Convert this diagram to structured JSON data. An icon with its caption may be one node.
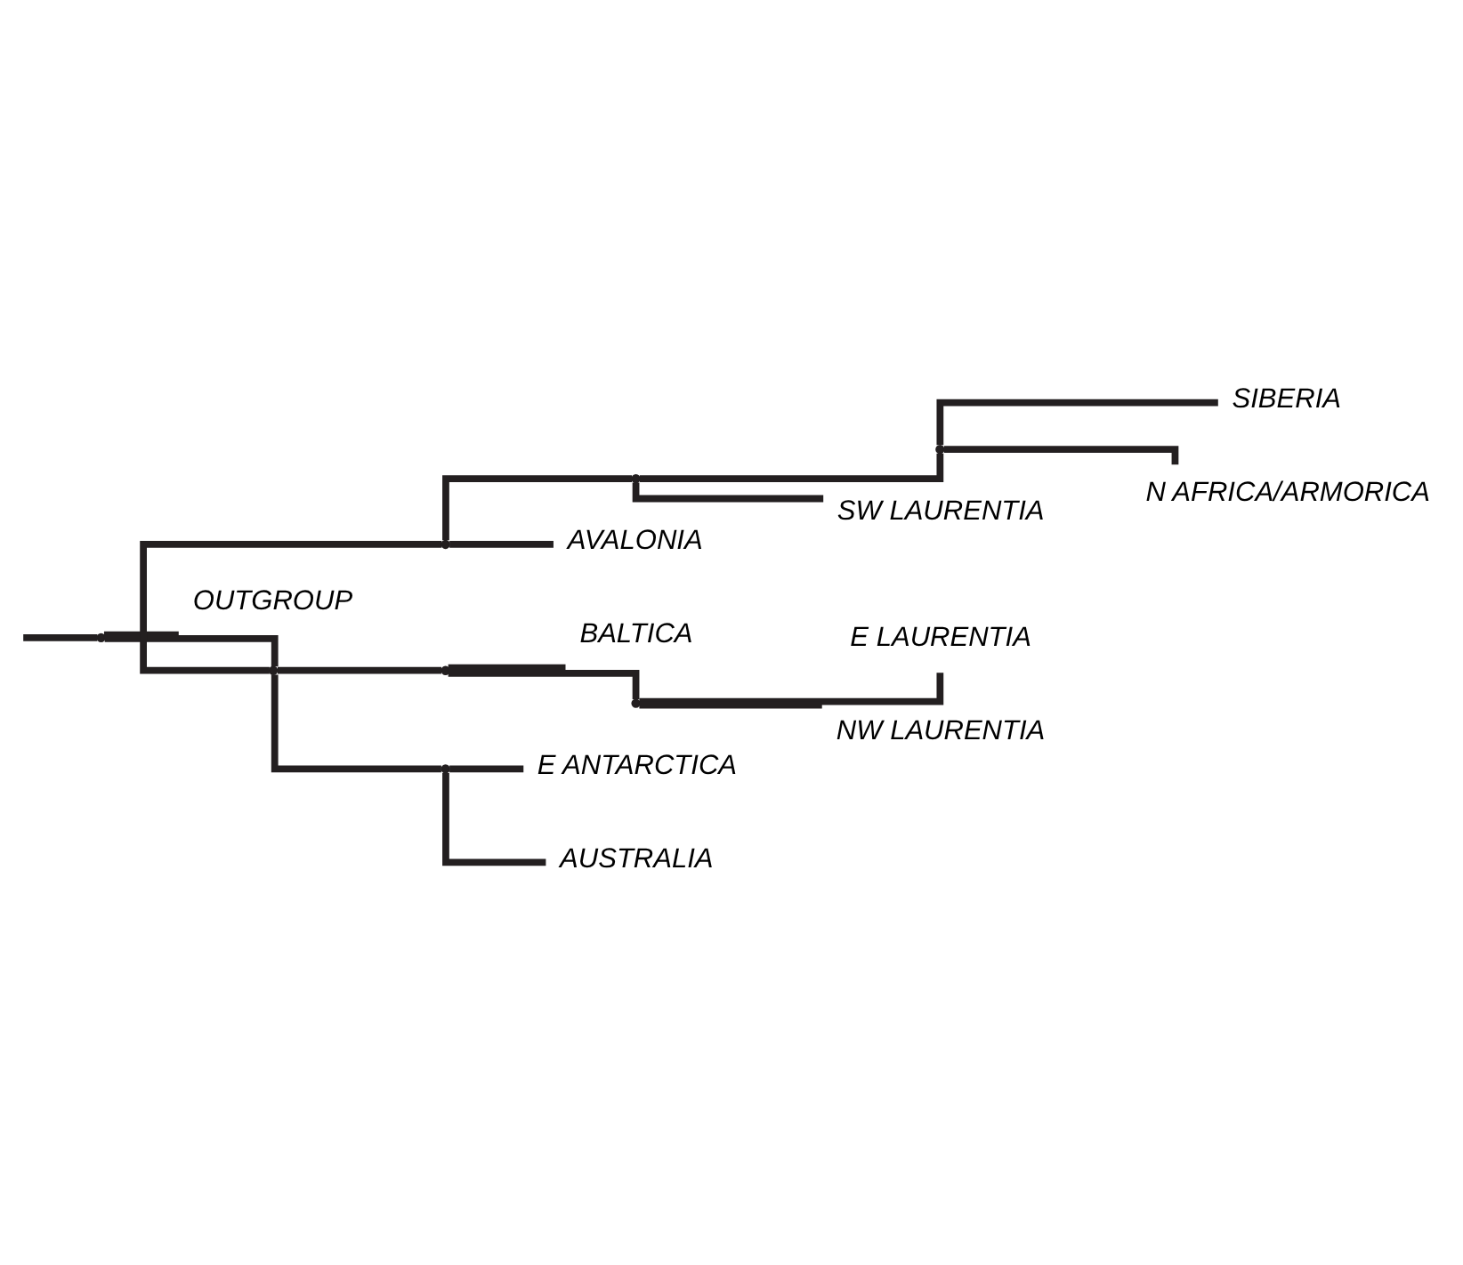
{
  "diagram": {
    "nodes": [
      {
        "text": [
          "OUTGROUP"
        ]
      },
      {
        "text": [
          "SIBERIA"
        ]
      },
      {
        "text": [
          "N AFRICA/ARMORICA"
        ]
      },
      {
        "text": [
          "SW LAURENTIA"
        ]
      },
      {
        "text": [
          "AVALONIA"
        ]
      },
      {
        "text": [
          "BALTICA"
        ]
      },
      {
        "text": [
          "E LAURENTIA"
        ]
      },
      {
        "text": [
          "NW LAURENTIA"
        ]
      },
      {
        "text": [
          "E ANTARCTICA"
        ]
      },
      {
        "text": [
          "AUSTRALIA"
        ]
      },
      {
        "text": [],
        "shape": "point"
      },
      {
        "text": [],
        "shape": "point"
      },
      {
        "text": [],
        "shape": "point"
      },
      {
        "text": [],
        "shape": "point"
      },
      {
        "text": [],
        "shape": "point"
      },
      {
        "text": [],
        "shape": "point"
      },
      {
        "text": [],
        "shape": "point"
      },
      {
        "text": [],
        "shape": "point"
      }
    ],
    "edges": [
      {
        "from": null,
        "to": 10,
        "arrow": "none"
      },
      {
        "from": 10,
        "to": 0,
        "arrow": "none"
      },
      {
        "from": 10,
        "to": 11,
        "arrow": "none"
      },
      {
        "from": 11,
        "to": 12,
        "arrow": "none"
      },
      {
        "from": 11,
        "to": 14,
        "arrow": "none"
      },
      {
        "from": 11,
        "to": 17,
        "arrow": "none"
      },
      {
        "from": 12,
        "to": 13,
        "arrow": "none"
      },
      {
        "from": 12,
        "to": 4,
        "arrow": "none"
      },
      {
        "from": 13,
        "to": 15,
        "arrow": "none"
      },
      {
        "from": 13,
        "to": 3,
        "arrow": "none"
      },
      {
        "from": 15,
        "to": 1,
        "arrow": "none"
      },
      {
        "from": 15,
        "to": 2,
        "arrow": "none"
      },
      {
        "from": 14,
        "to": 5,
        "arrow": "none"
      },
      {
        "from": 14,
        "to": 16,
        "arrow": "none"
      },
      {
        "from": 16,
        "to": 6,
        "arrow": "none"
      },
      {
        "from": 16,
        "to": 7,
        "arrow": "none"
      },
      {
        "from": 17,
        "to": 8,
        "arrow": "none"
      },
      {
        "from": 17,
        "to": 9,
        "arrow": "none"
      }
    ]
  }
}
